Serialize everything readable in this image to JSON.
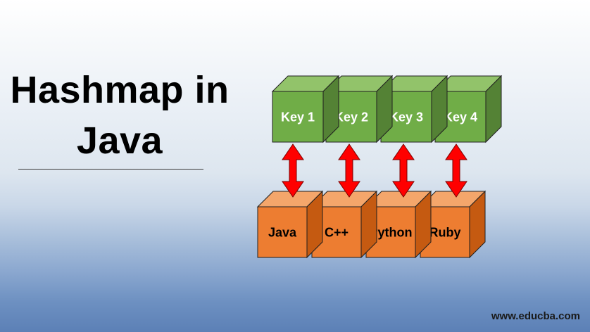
{
  "title": {
    "line1": "Hashmap in",
    "line2": "Java"
  },
  "keys": [
    "Key 1",
    "Key 2",
    "Key 3",
    "Key 4"
  ],
  "values": [
    "Java",
    "C++",
    "Python",
    "Ruby"
  ],
  "footer": "www.educba.com",
  "colors": {
    "key_front": "#70ad47",
    "key_top": "#92c36a",
    "key_side": "#548235",
    "value_front": "#ed7d31",
    "value_top": "#f4a66b",
    "value_side": "#c55a11",
    "arrow": "#ff0000"
  }
}
